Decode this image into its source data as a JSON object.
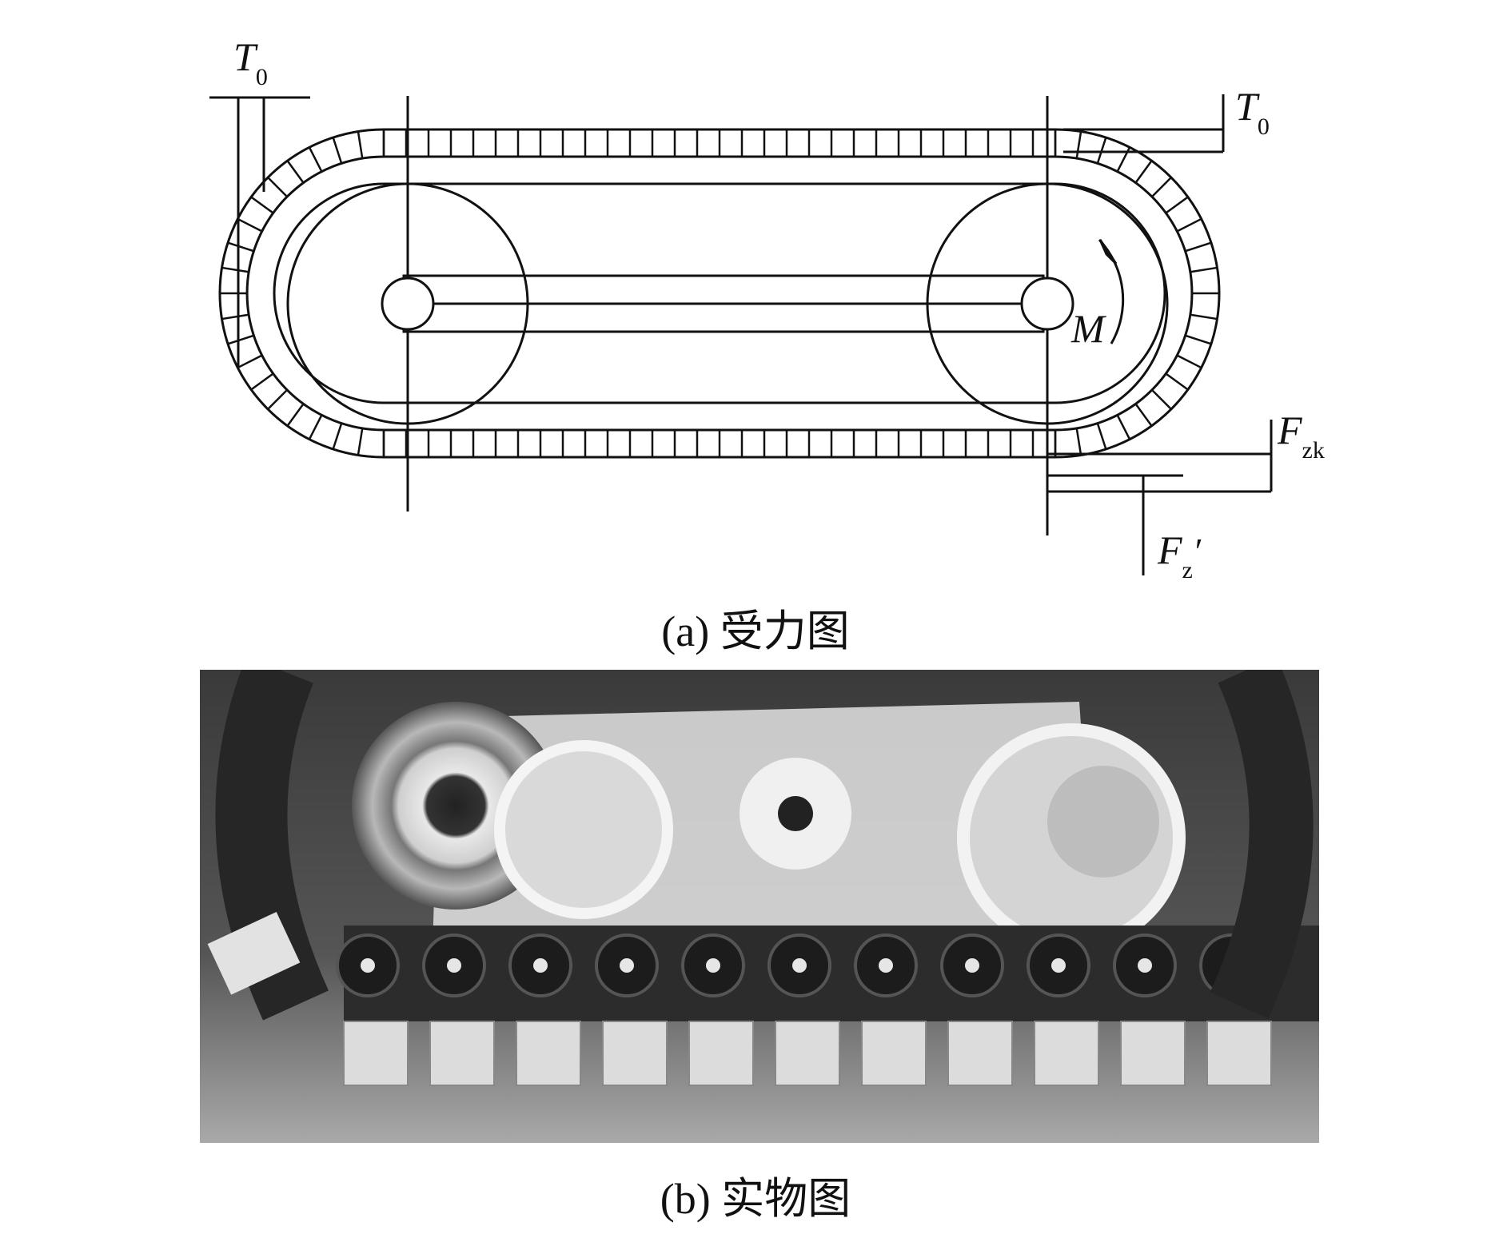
{
  "labels": {
    "T0_left": {
      "main": "T",
      "sub": "0"
    },
    "T0_right": {
      "main": "T",
      "sub": "0"
    },
    "M": "M",
    "Fzk": {
      "main": "F",
      "sub": "zk"
    },
    "Fz_prime": {
      "main": "F",
      "sub": "z",
      "prime": "′"
    }
  },
  "captions": {
    "a": "(a) 受力图",
    "b": "(b) 实物图"
  },
  "colors": {
    "line": "#111111",
    "photo_dark": "#2a2a2a",
    "photo_light": "#d8d8d8"
  }
}
